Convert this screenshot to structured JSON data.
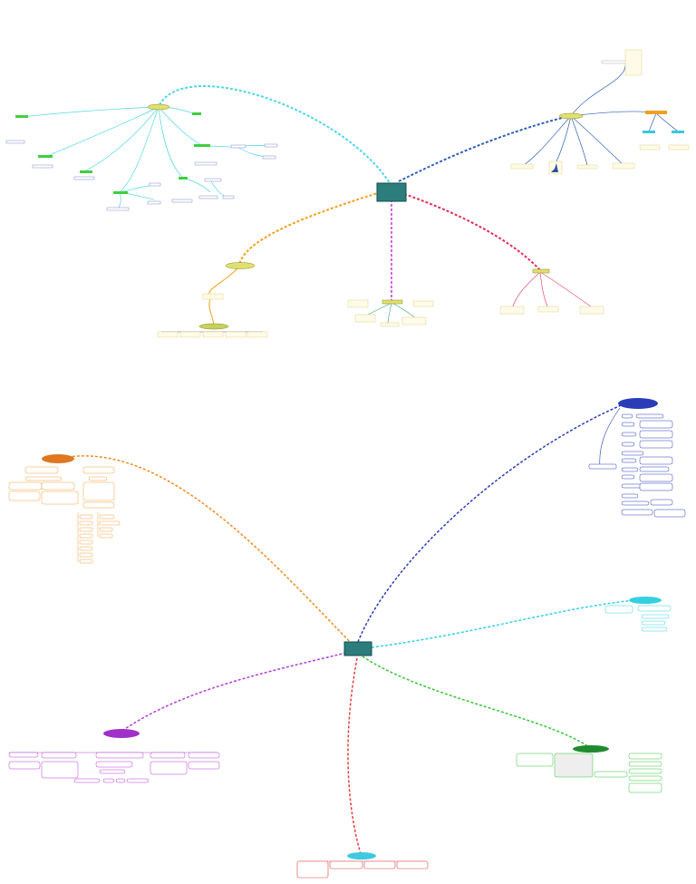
{
  "maps": [
    {
      "central": {
        "label": ""
      },
      "branches": [
        {
          "name": "top-left-branch",
          "color": "#4fd6e6",
          "label": ""
        },
        {
          "name": "top-right-branch",
          "color": "#2f5fb5",
          "label": ""
        },
        {
          "name": "left-branch",
          "color": "#f0a020",
          "label": ""
        },
        {
          "name": "bottom-branch",
          "color": "#b838c8",
          "label": ""
        },
        {
          "name": "right-branch",
          "color": "#e0305a",
          "label": ""
        }
      ]
    },
    {
      "central": {
        "label": ""
      },
      "branches": [
        {
          "name": "upper-left-branch",
          "color": "#f08a20",
          "label": ""
        },
        {
          "name": "upper-right-branch",
          "color": "#2a3cb8",
          "label": ""
        },
        {
          "name": "right-branch",
          "color": "#35d0e0",
          "label": ""
        },
        {
          "name": "lower-right-branch",
          "color": "#37c437",
          "label": ""
        },
        {
          "name": "lower-left-branch",
          "color": "#b23ed4",
          "label": ""
        },
        {
          "name": "bottom-branch",
          "color": "#e04040",
          "label": ""
        }
      ]
    }
  ],
  "colors": {
    "central_fill": "#2e7d7d",
    "central_stroke": "#0d4d4d",
    "node_fill": "#fffbe8"
  }
}
